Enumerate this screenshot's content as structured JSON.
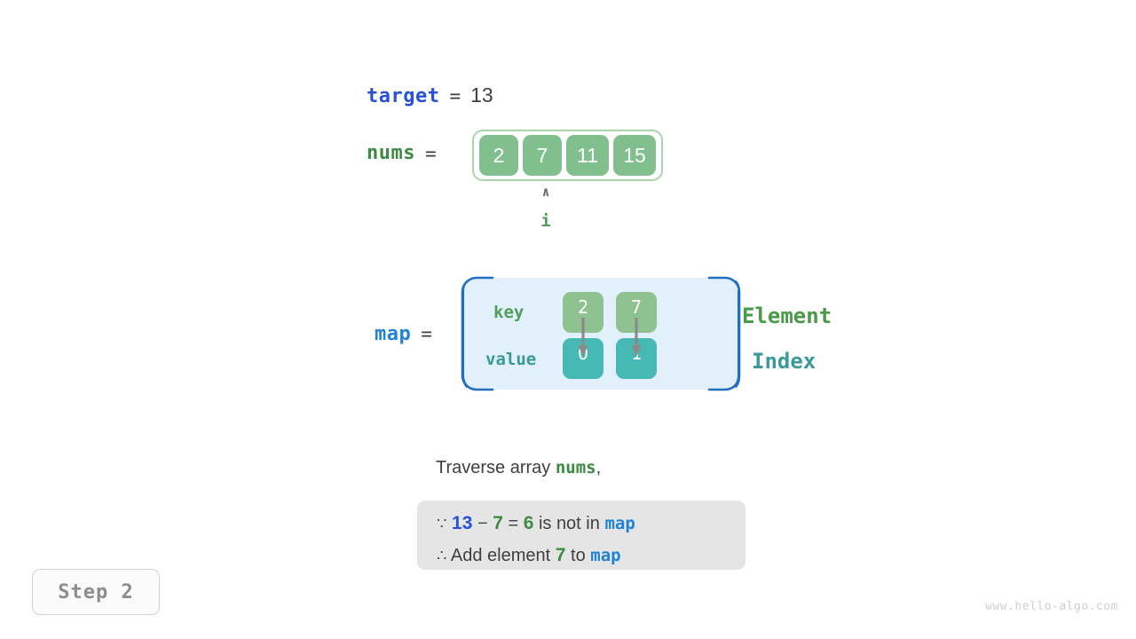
{
  "target": {
    "name": "target",
    "equals": "=",
    "value": "13"
  },
  "nums": {
    "name": "nums",
    "equals": "=",
    "cells": [
      "2",
      "7",
      "11",
      "15"
    ],
    "pointer": {
      "caret": "∧",
      "label": "i",
      "index": 1
    }
  },
  "map": {
    "name": "map",
    "equals": "=",
    "key_label": "key",
    "value_label": "value",
    "keys": [
      "2",
      "7"
    ],
    "values": [
      "0",
      "1"
    ],
    "legend_element": "Element",
    "legend_index": "Index"
  },
  "caption": {
    "prefix": "Traverse array ",
    "keyword": "nums",
    "suffix": ","
  },
  "explanation": {
    "line1": {
      "because_symbol": "∵",
      "minuend": "13",
      "minus": "−",
      "subtrahend": "7",
      "equals": "=",
      "result": "6",
      "text": "is not in",
      "map_word": "map"
    },
    "line2": {
      "therefore_symbol": "∴",
      "text_before": "Add element",
      "element": "7",
      "text_middle": "to",
      "map_word": "map"
    }
  },
  "step_badge": "Step 2",
  "watermark": "www.hello-algo.com",
  "colors": {
    "target_blue": "#2851d8",
    "nums_green": "#3d8b43",
    "map_blue": "#1f82d4",
    "array_cell": "#81bf8e",
    "key_cell": "#8ec290",
    "value_cell": "#46b9b5",
    "map_bg": "#e2f0fb",
    "map_border": "#1f6fc4",
    "explain_bg": "#e5e5e5",
    "element_legend": "#4a9a4a",
    "index_legend": "#3a9a9a"
  }
}
